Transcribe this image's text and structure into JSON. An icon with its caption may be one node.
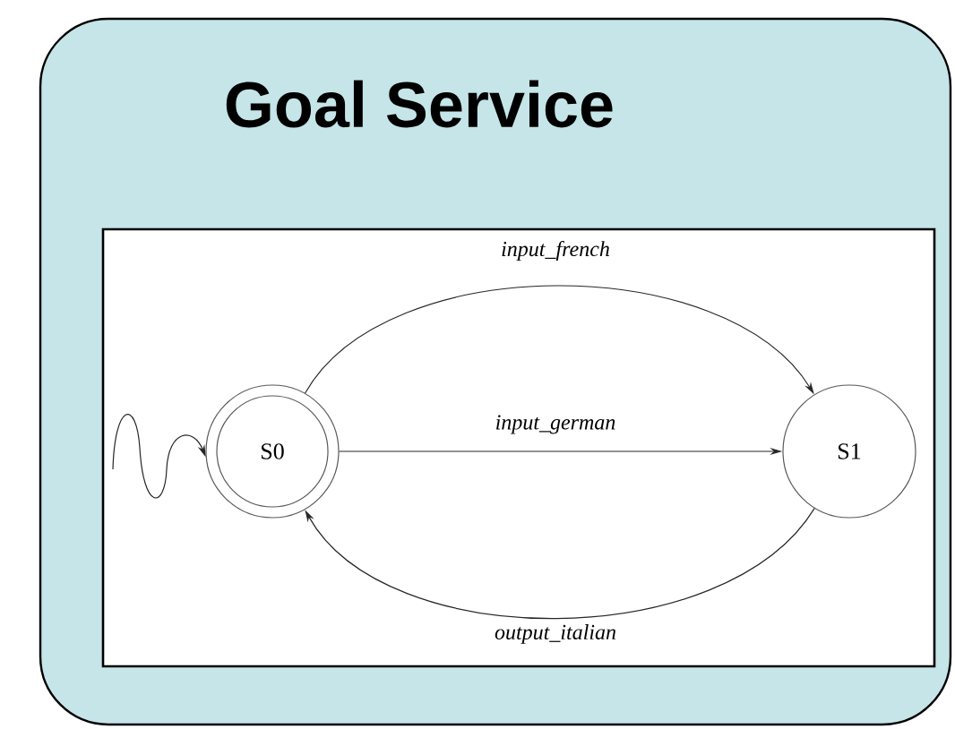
{
  "diagram": {
    "nodes": [
      {
        "text": [
          "Goal Service"
        ]
      },
      {
        "text": [],
        "shape": "box",
        "in": 0
      },
      {
        "text": [
          "S0"
        ],
        "in": 1
      },
      {
        "text": [
          "S1"
        ],
        "in": 1
      }
    ],
    "edges": [
      {
        "from": null,
        "to": 2,
        "arrow": "to"
      },
      {
        "from": 2,
        "to": 3,
        "arrow": "to",
        "label": "input_french"
      },
      {
        "from": 2,
        "to": 3,
        "arrow": "to",
        "label": "input_german"
      },
      {
        "from": 3,
        "to": 2,
        "arrow": "to",
        "label": "output_italian"
      }
    ]
  }
}
